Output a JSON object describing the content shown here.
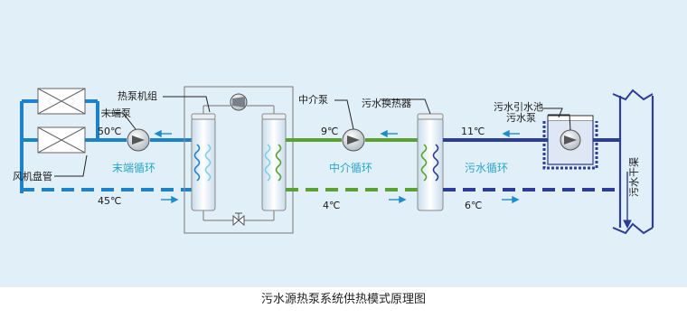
{
  "caption": "污水源热泵系统供热模式原理图",
  "labels": {
    "heat_pump_unit": "热泵机组",
    "terminal_pump": "末端泵",
    "fan_coil": "风机盘管",
    "intermediate_pump": "中介泵",
    "sewage_heat_exchanger": "污水换热器",
    "sewage_intake_pool": "污水引水池",
    "sewage_pump": "污水泵",
    "sewage_main_channel": "污水干渠"
  },
  "loops": {
    "terminal": "末端循环",
    "intermediate": "中介循环",
    "sewage": "污水循环"
  },
  "temperatures": {
    "terminal_supply": "50℃",
    "terminal_return": "45℃",
    "intermediate_supply": "9℃",
    "intermediate_return": "4℃",
    "sewage_supply": "11℃",
    "sewage_return": "6℃"
  },
  "colors": {
    "background": "#e1f0f8",
    "terminal_pipe": "#1e82c8",
    "intermediate_pipe": "#5aa032",
    "sewage_pipe": "#2d3c96",
    "flow_arrow": "#1e8ccc",
    "loop_text": "#2aa3c8"
  }
}
